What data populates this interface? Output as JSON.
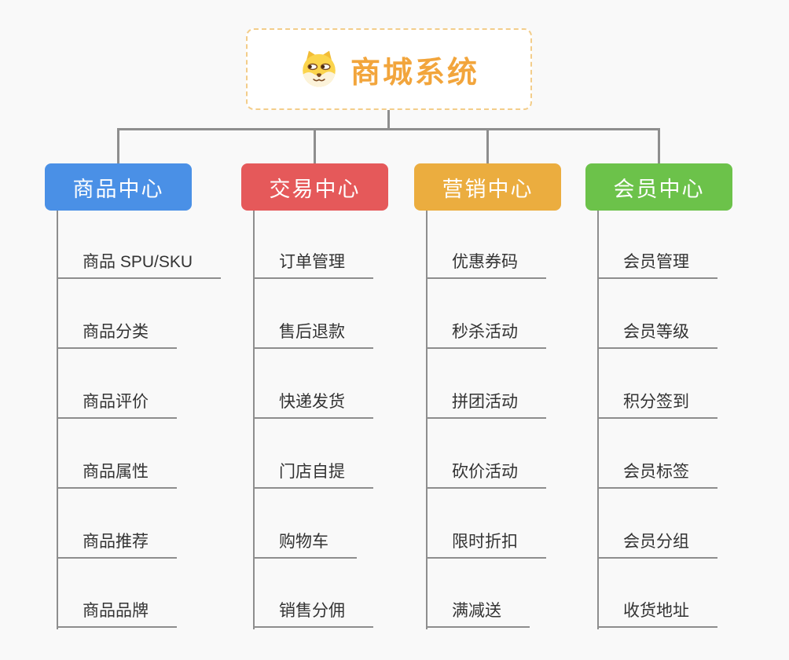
{
  "page": {
    "background": "#f9f9f9"
  },
  "root": {
    "title": "商城系统",
    "icon": "dog-face-icon",
    "text_color": "#F2A53C",
    "border_color": "#F3CD8A",
    "background": "#ffffff"
  },
  "branches": [
    {
      "id": "product-center",
      "label": "商品中心",
      "color": "#4A90E6",
      "items": [
        "商品 SPU/SKU",
        "商品分类",
        "商品评价",
        "商品属性",
        "商品推荐",
        "商品品牌"
      ]
    },
    {
      "id": "trade-center",
      "label": "交易中心",
      "color": "#E5595A",
      "items": [
        "订单管理",
        "售后退款",
        "快递发货",
        "门店自提",
        "购物车",
        "销售分佣"
      ]
    },
    {
      "id": "marketing-center",
      "label": "营销中心",
      "color": "#EBAD3F",
      "items": [
        "优惠券码",
        "秒杀活动",
        "拼团活动",
        "砍价活动",
        "限时折扣",
        "满减送"
      ]
    },
    {
      "id": "member-center",
      "label": "会员中心",
      "color": "#6CC24A",
      "items": [
        "会员管理",
        "会员等级",
        "积分签到",
        "会员标签",
        "会员分组",
        "收货地址"
      ]
    }
  ],
  "connector_color": "#8E8E8E",
  "leaf_text_color": "#333333"
}
